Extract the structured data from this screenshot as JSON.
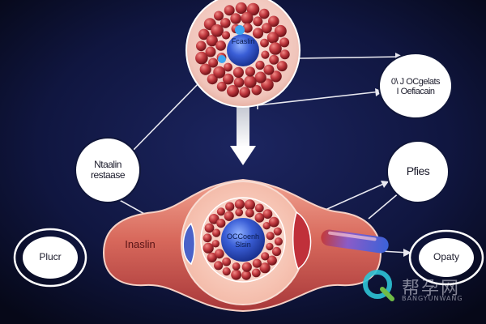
{
  "labels": {
    "top_cluster": "Fcaslin",
    "top_right": "0\\ J OCgelats\nI Oefiacain",
    "left_circle": "Ntaalin\nrestaase",
    "right_circle": "Pfies",
    "bottom_left": "Plucr",
    "center_organ": "Inaslin",
    "center_cluster": "OCCoenh\nSlsin",
    "bottom_right": "Opaty"
  },
  "watermark": {
    "text": "帮孕网",
    "subtext": "BANGYUNWANG"
  },
  "colors": {
    "background": "#0b0f2a",
    "cell_red": "#b3303a",
    "nucleus_blue": "#2f52c8",
    "organ_red": "#c5534b",
    "circle_fill": "#ffffff"
  }
}
